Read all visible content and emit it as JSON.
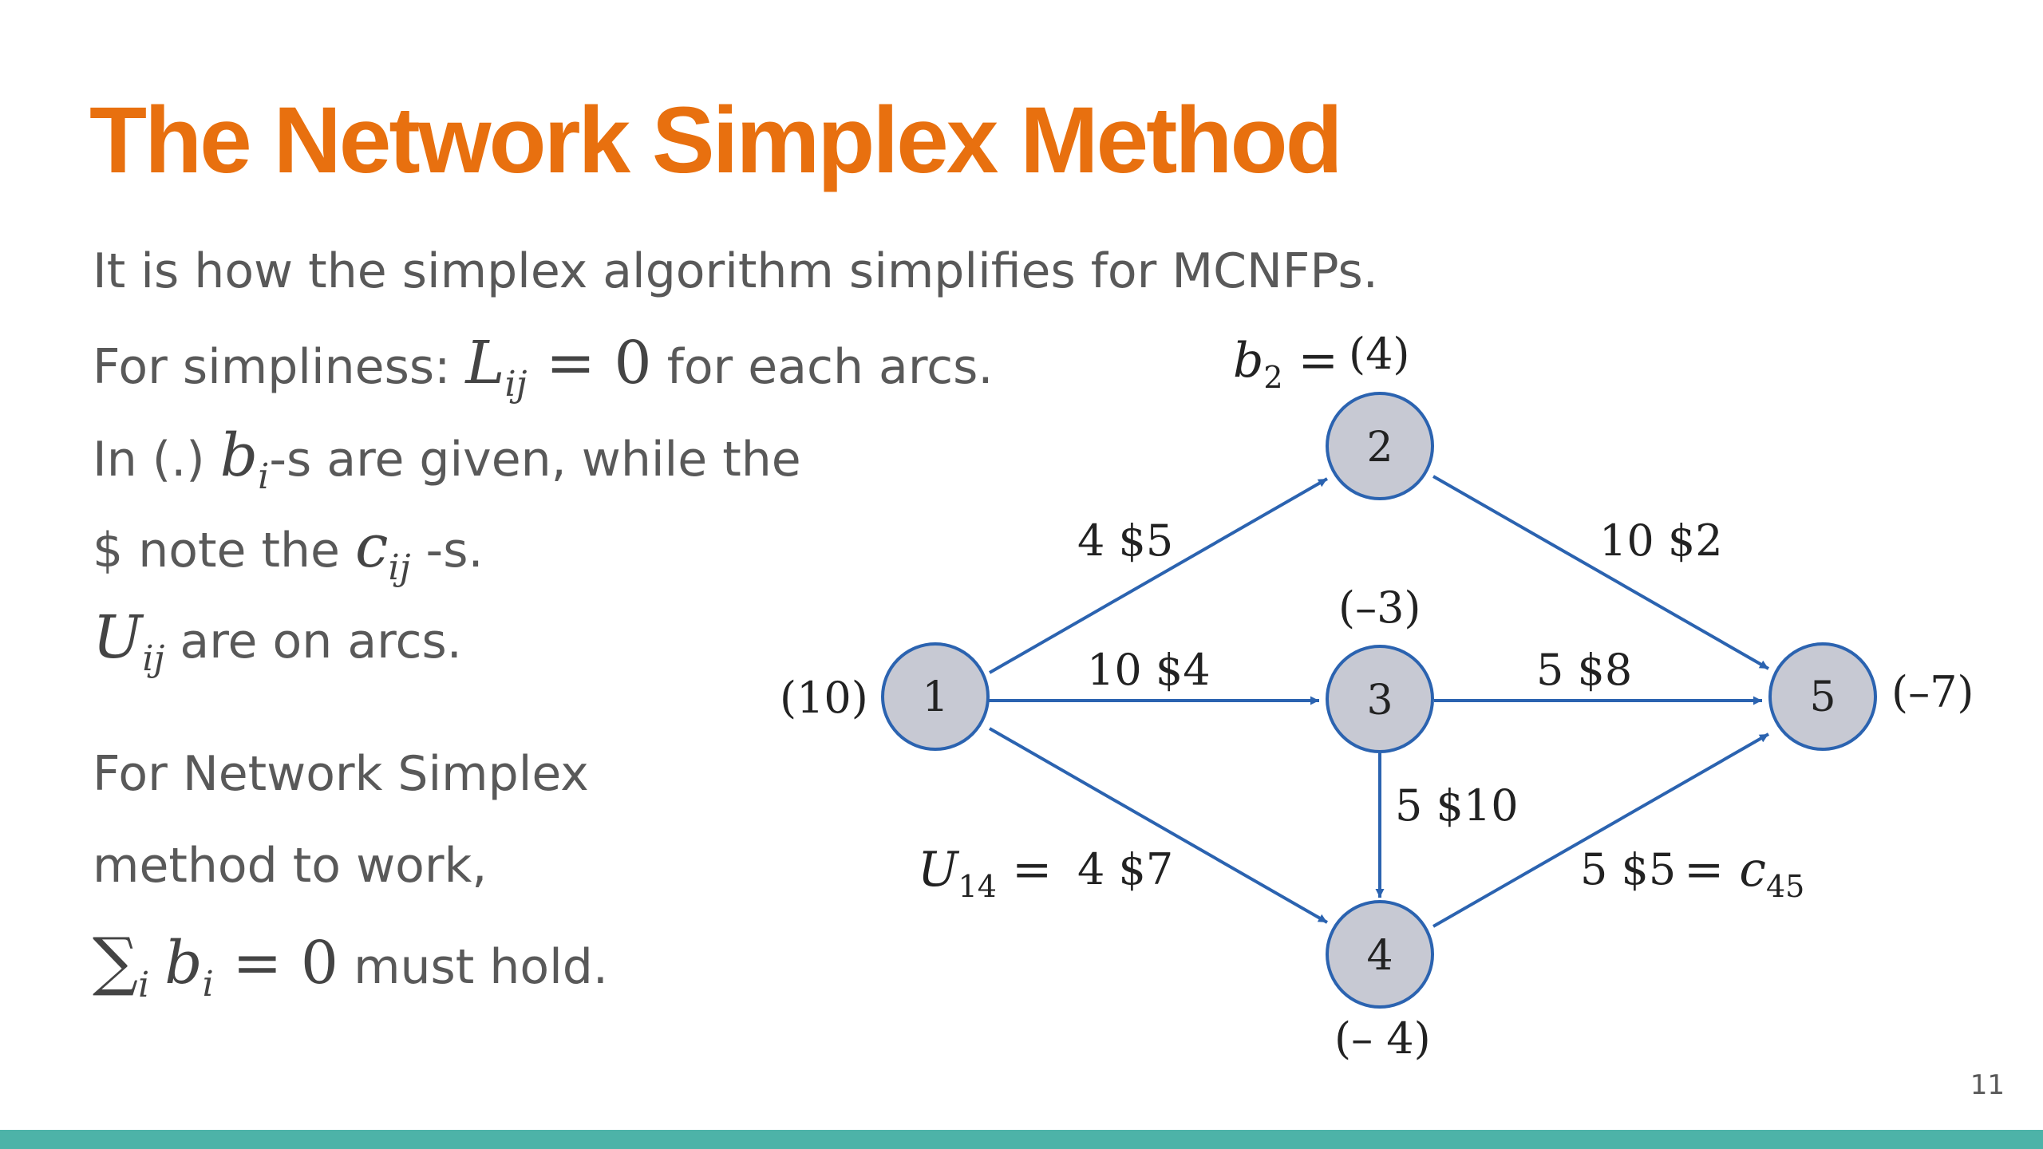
{
  "slide": {
    "title": "The Network Simplex Method",
    "page_number": "11"
  },
  "body": {
    "line1": "It is how the simplex algorithm simplifies for MCNFPs.",
    "line2_prefix": "For simpliness:",
    "line2_math_var": "L",
    "line2_math_sub": "ij",
    "line2_math_rest": " = 0",
    "line2_suffix": "for each arcs.",
    "line3_prefix": "In (.)",
    "line3_math_var": "b",
    "line3_math_sub": "i",
    "line3_suffix": "-s are given, while the",
    "line4_prefix": "$ note the",
    "line4_math_var": "c",
    "line4_math_sub": "ij",
    "line4_suffix": "-s.",
    "line5_math_var": "U",
    "line5_math_sub": "ij",
    "line5_suffix": "are on arcs.",
    "line6": "For Network Simplex",
    "line7": "method to work,",
    "line8_sigma": "∑",
    "line8_sigma_sub": "i",
    "line8_math_var": "b",
    "line8_math_sub": "i",
    "line8_math_rest": " = 0",
    "line8_suffix": "must hold."
  },
  "network": {
    "edge_color": "#2b63b0",
    "node_fill": "#c7c9d3",
    "node_stroke": "#2b63b0",
    "nodes": [
      {
        "id": "1",
        "supply": "(10)"
      },
      {
        "id": "2",
        "supply": "(4)"
      },
      {
        "id": "3",
        "supply": "(–3)"
      },
      {
        "id": "4",
        "supply": "(– 4)"
      },
      {
        "id": "5",
        "supply": "(–7)"
      }
    ],
    "edges": [
      {
        "from": "1",
        "to": "2",
        "label": "4 $5"
      },
      {
        "from": "1",
        "to": "3",
        "label": "10 $4"
      },
      {
        "from": "1",
        "to": "4",
        "label": "4 $7"
      },
      {
        "from": "2",
        "to": "5",
        "label": "10 $2"
      },
      {
        "from": "3",
        "to": "5",
        "label": "5 $8"
      },
      {
        "from": "3",
        "to": "4",
        "label": "5 $10"
      },
      {
        "from": "4",
        "to": "5",
        "label": "5 $5"
      }
    ],
    "annotations": {
      "b2_var": "b",
      "b2_sub": "2",
      "b2_eq": " =",
      "u14_var": "U",
      "u14_sub": "14",
      "u14_eq": " =",
      "c45_eq": " = ",
      "c45_var": "c",
      "c45_sub": "45"
    }
  }
}
